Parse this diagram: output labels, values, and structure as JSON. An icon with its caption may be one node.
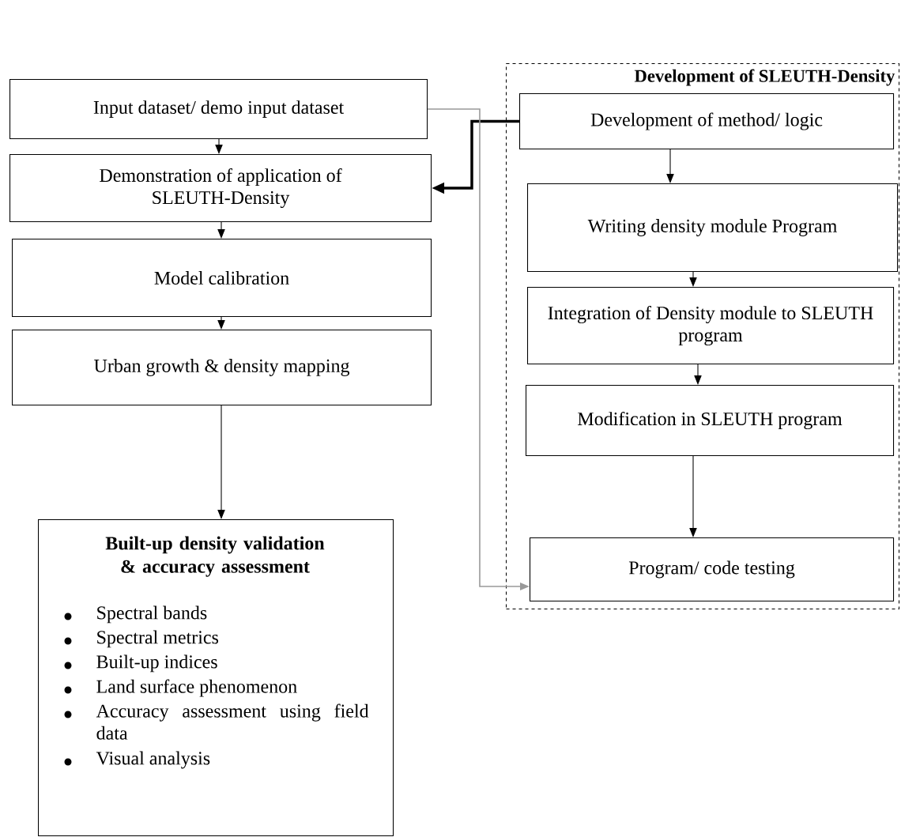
{
  "diagram": {
    "nodes": [
      {
        "text": [
          "Input dataset/ demo input dataset"
        ]
      },
      {
        "text": [
          "Demonstration of application of SLEUTH-Density"
        ]
      },
      {
        "text": [
          "Model calibration"
        ]
      },
      {
        "text": [
          "Urban growth & density mapping"
        ]
      },
      {
        "text": [
          "Built-up density validation & accuracy assessment",
          "Spectral bands",
          "Spectral metrics",
          "Built-up indices",
          "Land surface phenomenon",
          "Accuracy assessment using field data",
          "Visual analysis"
        ]
      },
      {
        "text": [
          "Development of SLEUTH-Density"
        ]
      },
      {
        "text": [
          "Development of method/ logic"
        ],
        "in": 5
      },
      {
        "text": [
          "Writing density module Program"
        ],
        "in": 5
      },
      {
        "text": [
          "Integration of Density module to SLEUTH program"
        ],
        "in": 5
      },
      {
        "text": [
          "Modification in SLEUTH program"
        ],
        "in": 5
      },
      {
        "text": [
          "Program/ code testing"
        ],
        "in": 5
      }
    ],
    "edges": [
      {
        "from": 0,
        "to": 1,
        "arrow": "to"
      },
      {
        "from": 1,
        "to": 2,
        "arrow": "to"
      },
      {
        "from": 2,
        "to": 3,
        "arrow": "to"
      },
      {
        "from": 3,
        "to": 4,
        "arrow": "to"
      },
      {
        "from": 6,
        "to": 1,
        "arrow": "to",
        "style": "thick"
      },
      {
        "from": 6,
        "to": 7,
        "arrow": "to"
      },
      {
        "from": 7,
        "to": 8,
        "arrow": "to"
      },
      {
        "from": 8,
        "to": 9,
        "arrow": "to"
      },
      {
        "from": 9,
        "to": 10,
        "arrow": "to"
      },
      {
        "from": 0,
        "to": 10,
        "arrow": "to",
        "color": "#999999"
      }
    ]
  }
}
